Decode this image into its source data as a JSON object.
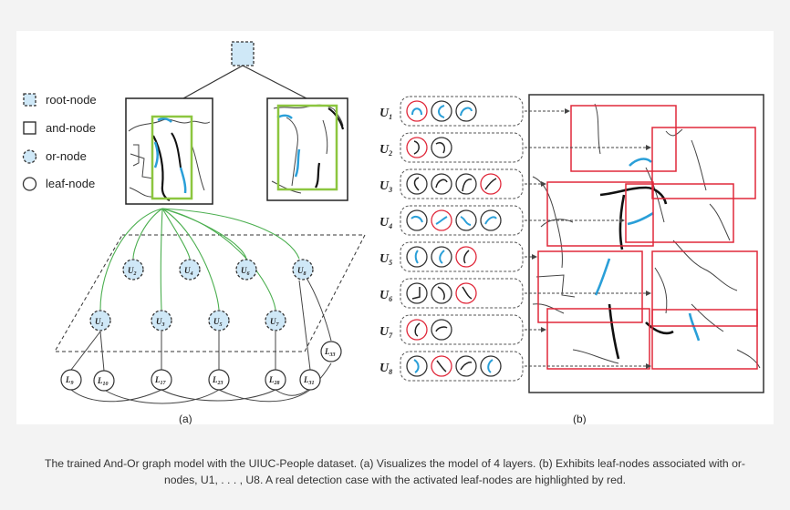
{
  "legend": {
    "root": "root-node",
    "and": "and-node",
    "or": "or-node",
    "leaf": "leaf-node"
  },
  "or_nodes": [
    {
      "main": "U",
      "sub": "1"
    },
    {
      "main": "U",
      "sub": "2"
    },
    {
      "main": "U",
      "sub": "3"
    },
    {
      "main": "U",
      "sub": "4"
    },
    {
      "main": "U",
      "sub": "5"
    },
    {
      "main": "U",
      "sub": "6"
    },
    {
      "main": "U",
      "sub": "7"
    },
    {
      "main": "U",
      "sub": "8"
    }
  ],
  "leaf_nodes": [
    {
      "main": "L",
      "sub": "9"
    },
    {
      "main": "L",
      "sub": "10"
    },
    {
      "main": "L",
      "sub": "17"
    },
    {
      "main": "L",
      "sub": "23"
    },
    {
      "main": "L",
      "sub": "28"
    },
    {
      "main": "L",
      "sub": "31"
    },
    {
      "main": "L",
      "sub": "33"
    }
  ],
  "row_labels": [
    {
      "main": "U",
      "sub": "1"
    },
    {
      "main": "U",
      "sub": "2"
    },
    {
      "main": "U",
      "sub": "3"
    },
    {
      "main": "U",
      "sub": "4"
    },
    {
      "main": "U",
      "sub": "5"
    },
    {
      "main": "U",
      "sub": "6"
    },
    {
      "main": "U",
      "sub": "7"
    },
    {
      "main": "U",
      "sub": "8"
    }
  ],
  "panel_labels": {
    "a": "(a)",
    "b": "(b)"
  },
  "colors": {
    "active": "#e0283a",
    "part": "#2a9fd8",
    "edge": "#4caf50",
    "box": "#8cc63f",
    "root_fill": "#cfe8f7"
  },
  "caption": {
    "line1": "The trained And-Or graph model with the UIUC-People dataset. (a) Visualizes the model of 4 layers. (b) Exhibits leaf-nodes associated with or-",
    "line2": "nodes, U1, . . . , U8. A real detection case with the activated leaf-nodes are highlighted by red."
  }
}
